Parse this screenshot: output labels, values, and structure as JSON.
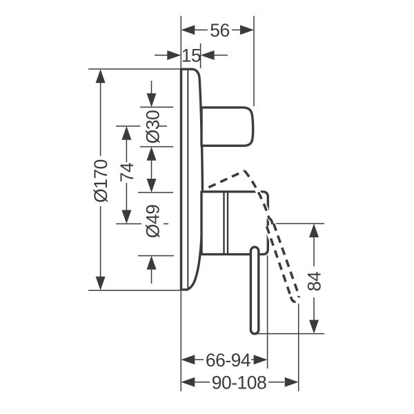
{
  "drawing": {
    "colors": {
      "line": "#3b3b3b",
      "background": "#ffffff"
    },
    "dimensions": {
      "d56": {
        "label": "56"
      },
      "d15": {
        "label": "15"
      },
      "d30": {
        "label": "Ø30"
      },
      "d74": {
        "label": "74"
      },
      "d49": {
        "label": "Ø49"
      },
      "d170": {
        "label": "Ø170"
      },
      "d84": {
        "label": "84"
      },
      "r66_94": {
        "label": "66-94"
      },
      "r90_108": {
        "label": "90-108"
      }
    }
  }
}
